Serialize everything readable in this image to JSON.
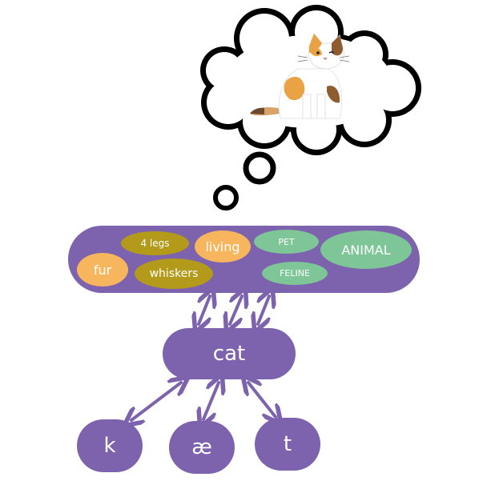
{
  "word": "cat",
  "phonemes": [
    {
      "symbol": "k"
    },
    {
      "symbol": "æ"
    },
    {
      "symbol": "t"
    }
  ],
  "features": [
    {
      "label": "4 legs",
      "color": "#b39a1b"
    },
    {
      "label": "living",
      "color": "#f7b65e"
    },
    {
      "label": "PET",
      "color": "#7ec597"
    },
    {
      "label": "ANIMAL",
      "color": "#7ec597"
    },
    {
      "label": "fur",
      "color": "#f7b65e"
    },
    {
      "label": "whiskers",
      "color": "#b39a1b"
    },
    {
      "label": "FELINE",
      "color": "#7ec597"
    }
  ],
  "colors": {
    "node": "#7d63ad",
    "arrow": "#7d63ad",
    "cloud_outline": "#000000",
    "green_feature": "#7ec597",
    "orange_feature": "#f7b65e",
    "olive_feature": "#b39a1b"
  },
  "thought_image": "cat-illustration"
}
